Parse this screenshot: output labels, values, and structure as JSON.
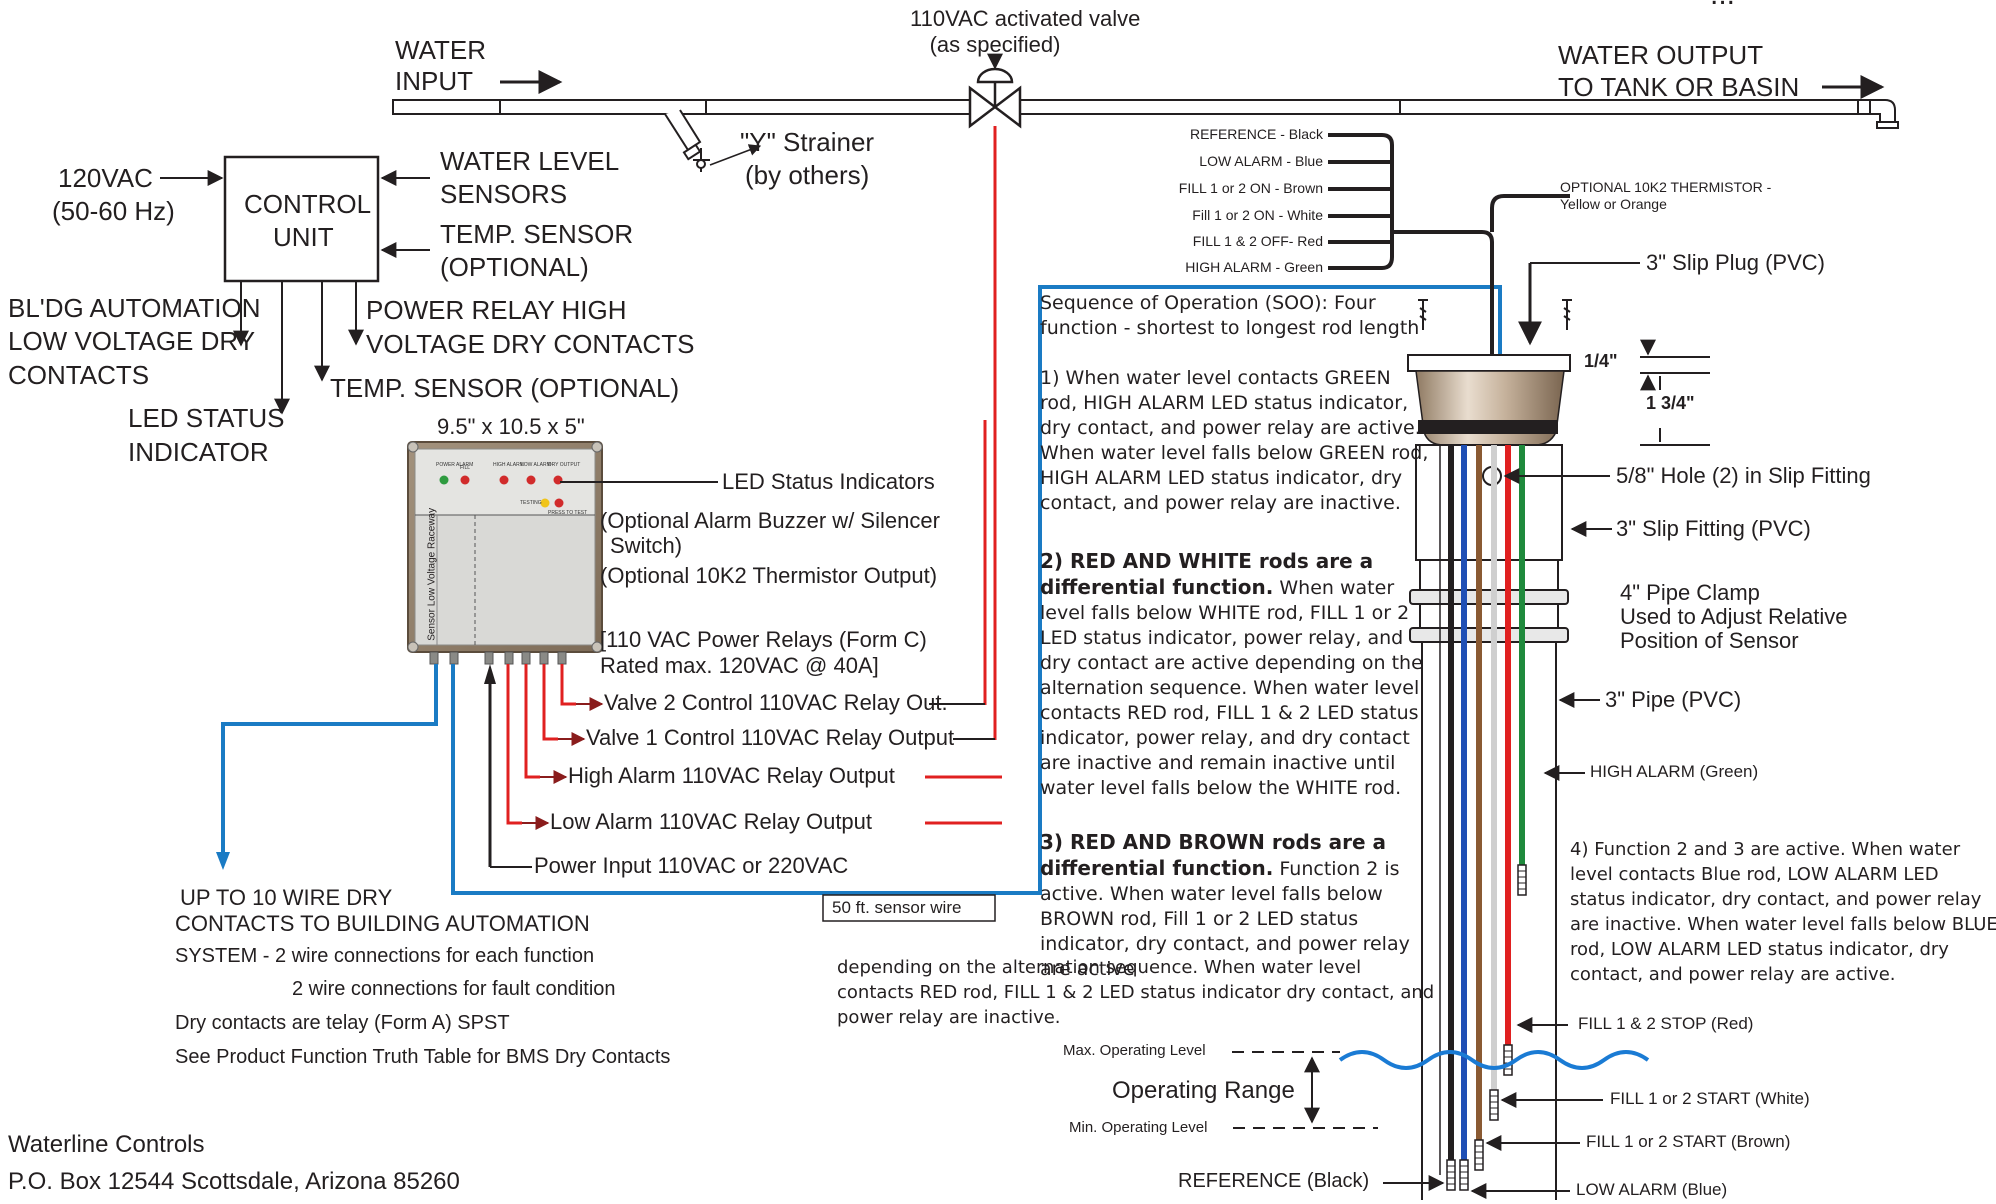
{
  "title_fragment": "...",
  "valve": {
    "label_line1": "110VAC activated valve",
    "label_line2": "(as specified)"
  },
  "water_input": {
    "line1": "WATER",
    "line2": "INPUT"
  },
  "water_output": {
    "line1": "WATER OUTPUT",
    "line2": "TO TANK OR BASIN"
  },
  "strainer": {
    "line1": "\"Y\" Strainer",
    "line2": "(by others)"
  },
  "control": {
    "power_line1": "120VAC",
    "power_line2": "(50-60 Hz)",
    "unit_line1": "CONTROL",
    "unit_line2": "UNIT",
    "sensors_line1": "WATER LEVEL",
    "sensors_line2": "SENSORS",
    "temp_line1": "TEMP. SENSOR",
    "temp_line2": "(OPTIONAL)",
    "bldg_line1": "BL'DG AUTOMATION",
    "bldg_line2": "LOW VOLTAGE DRY",
    "bldg_line3": "CONTACTS",
    "relay_line1": "POWER RELAY HIGH",
    "relay_line2": "VOLTAGE DRY CONTACTS",
    "temp_out": "TEMP. SENSOR (OPTIONAL)",
    "led_line1": "LED STATUS",
    "led_line2": "INDICATOR"
  },
  "panel": {
    "dimensions": "9.5\" x 10.5 x 5\"",
    "led_labels": [
      "POWER ALARM",
      "FILL",
      "HIGH ALARM",
      "LOW ALARM",
      "DRY OUTPUT"
    ],
    "testing": "TESTING",
    "press": "PRESS TO TEST",
    "raceway": "Sensor Low Voltage Raceway"
  },
  "callouts": {
    "led_status": "LED Status Indicators",
    "buzzer_line1": "(Optional Alarm Buzzer w/ Silencer",
    "buzzer_line2": "Switch)",
    "thermistor_out": "(Optional 10K2 Thermistor Output)",
    "relays_line1": "[110 VAC Power Relays (Form C)",
    "relays_line2": "Rated max. 120VAC @ 40A]",
    "valve2": "Valve 2 Control 110VAC Relay Out.",
    "valve1": "Valve 1 Control 110VAC Relay Output",
    "high_alarm": "High Alarm 110VAC Relay Output",
    "low_alarm": "Low Alarm 110VAC Relay Output",
    "power_input": "Power Input 110VAC or 220VAC",
    "sensor_wire": "50 ft. sensor wire"
  },
  "bms": {
    "line1": "UP TO 10 WIRE DRY",
    "line2": "CONTACTS TO BUILDING AUTOMATION",
    "line3": "SYSTEM - 2 wire connections for each function",
    "line4": "2 wire connections for fault condition",
    "line5": "Dry contacts are telay (Form A) SPST",
    "line6": "See Product Function Truth Table for BMS Dry Contacts"
  },
  "company": {
    "name": "Waterline Controls",
    "address": "P.O. Box 12544  Scottsdale, Arizona  85260"
  },
  "wire_legend": [
    "REFERENCE - Black",
    "LOW ALARM - Blue",
    "FILL 1 or 2 ON - Brown",
    "Fill 1 or 2 ON - White",
    "FILL 1 & 2 OFF- Red",
    "HIGH ALARM - Green"
  ],
  "thermistor": {
    "line1": "OPTIONAL 10K2 THERMISTOR -",
    "line2": "Yellow or Orange"
  },
  "sequence": {
    "intro": "Sequence of Operation (SOO):  Four function - shortest to longest rod length",
    "s1": "1)  When water level contacts GREEN rod, HIGH ALARM LED status indicator, dry contact, and power relay are active. When water level falls below GREEN rod, HIGH ALARM LED status indicator, dry contact, and power relay are inactive.",
    "s2_bold": "2)  RED AND WHITE rods are a differential function.",
    "s2": " When water level falls below WHITE rod, FILL 1 or 2 LED status indicator, power relay, and dry contact are active depending on the alternation sequence.  When water level contacts RED rod, FILL 1 & 2 LED status indicator, power relay, and dry contact are inactive and remain inactive until water level falls below the WHITE rod.",
    "s3_bold": "3)  RED AND BROWN rods are a differential function.",
    "s3": " Function 2 is active.  When water level falls below BROWN rod, Fill 1 or 2 LED status indicator, dry contact, and power relay are active",
    "s3_cont1": "depending on the alternation sequence.  When water level",
    "s3_cont2": "contacts RED rod, FILL 1 & 2 LED status indicator dry contact, and",
    "s3_cont3": "power relay are inactive.",
    "s4_line1": "4)  Function 2 and 3 are active.  When water",
    "s4_line2": "level contacts Blue rod, LOW ALARM LED",
    "s4_line3": "status indicator, dry contact, and power relay",
    "s4_line4": "are inactive.  When water level falls below BLUE",
    "s4_line5": "rod, LOW ALARM LED status indicator, dry",
    "s4_line6": "contact, and power relay are active."
  },
  "sensor": {
    "slip_plug": "3\" Slip Plug (PVC)",
    "dim1": "1/4\"",
    "dim2": "1 3/4\"",
    "hole": "5/8\" Hole (2) in Slip Fitting",
    "slip_fitting": "3\" Slip Fitting (PVC)",
    "clamp_line1": "4\" Pipe Clamp",
    "clamp_line2": "Used to Adjust Relative",
    "clamp_line3": "Position of Sensor",
    "pipe": "3\" Pipe (PVC)",
    "high_alarm": "HIGH ALARM (Green)",
    "fill_stop": "FILL 1 & 2 STOP (Red)",
    "fill_white": "FILL 1 or 2 START (White)",
    "fill_brown": "FILL 1 or 2 START (Brown)",
    "low_alarm": "LOW ALARM (Blue)",
    "reference": "REFERENCE (Black)",
    "max_level": "Max. Operating Level",
    "min_level": "Min. Operating Level",
    "range": "Operating Range"
  },
  "colors": {
    "line": "#231f20",
    "red_wire": "#e02020",
    "blue_wire": "#1a7bc4",
    "green_rod": "#1f8a3c",
    "blue_rod": "#1f4fb5",
    "brown_rod": "#8a5a33",
    "water": "#1a7bd4"
  }
}
